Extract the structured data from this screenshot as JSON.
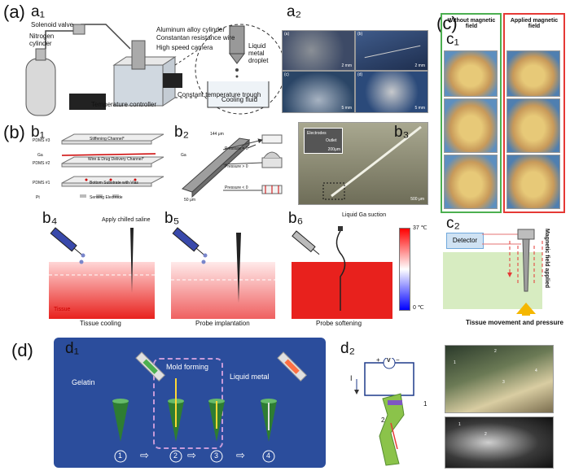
{
  "labels": {
    "a": "(a)",
    "a1": "a₁",
    "a2": "a₂",
    "b": "(b)",
    "b1": "b₁",
    "b2": "b₂",
    "b3": "b₃",
    "b4": "b₄",
    "b5": "b₅",
    "b6": "b₆",
    "c": "(c)",
    "c1": "c₁",
    "c2": "c₂",
    "d": "(d)",
    "d1": "d₁",
    "d2": "d₂"
  },
  "a1": {
    "solenoid_valve": "Solenoid valve",
    "nitrogen_cylinder": "Nitrogen cylinder",
    "aluminum_cylinder": "Aluminum alloy cylinder",
    "constant_wire": "Constantan resistance wire",
    "high_speed_camera": "High speed camera",
    "constant_trough": "Constant temperature trough",
    "temperature_controller": "Temperature controller",
    "liquid_metal_droplet": "Liquid metal droplet",
    "cooling_fluid": "Cooling fluid"
  },
  "a2": {
    "panel_tags": [
      "(a)",
      "(b)",
      "(c)",
      "(d)"
    ],
    "scales": [
      "2 mm",
      "2 mm",
      "5 mm",
      "5 mm"
    ]
  },
  "b1": {
    "layers": [
      "PDMS #3",
      "Ga",
      "PDMS #2",
      "PDMS #1",
      "Pt"
    ],
    "channels": [
      "Stiffening Channel*",
      "Wire & Drug Delivery Channel*",
      "Bottom Substrate with Vias",
      "Sensing Electrode"
    ]
  },
  "b2": {
    "dim_top": "144 μm",
    "dim_bottom": "50 μm",
    "ga": "Ga",
    "pressures": [
      "Pressure = 0",
      "Pressure > 0",
      "Pressure < 0"
    ]
  },
  "b3": {
    "electrodes": "Electrodes",
    "outlet": "Outlet",
    "scale_inset": "200μm",
    "scale_main": "500 μm"
  },
  "b4": {
    "note": "Apply chilled saline",
    "tissue": "Tissue",
    "caption": "Tissue cooling"
  },
  "b5": {
    "caption": "Probe implantation"
  },
  "b6": {
    "note": "Liquid Ga suction",
    "caption": "Probe softening"
  },
  "colorbar": {
    "max": "37 ℃",
    "min": "0 ℃"
  },
  "c1": {
    "col_without": "Without magnetic field",
    "col_applied": "Applied magnetic field"
  },
  "c2": {
    "detector": "Detector",
    "side_label": "Magnetic field applied",
    "bottom_label": "Tissue movement and pressure"
  },
  "d1": {
    "gelatin": "Gelatin",
    "mold_forming": "Mold forming",
    "liquid_metal": "Liquid metal",
    "steps": [
      "1",
      "2",
      "3",
      "4"
    ],
    "arrow": "⇨"
  },
  "d2": {
    "voltmeter": "V",
    "current": "I",
    "plus": "+",
    "minus": "−",
    "markers": [
      "1",
      "2"
    ],
    "photo_markers": [
      "1",
      "2",
      "3",
      "4"
    ],
    "xray_markers": [
      "1",
      "2"
    ]
  },
  "colors": {
    "tissue_red": "#e8211d",
    "panel_blue": "#2b4d9c",
    "green_frame": "#4caf50",
    "red_frame": "#e53935",
    "detector_blue": "#cfe2f3",
    "tissue_green": "#d7ecc1"
  }
}
